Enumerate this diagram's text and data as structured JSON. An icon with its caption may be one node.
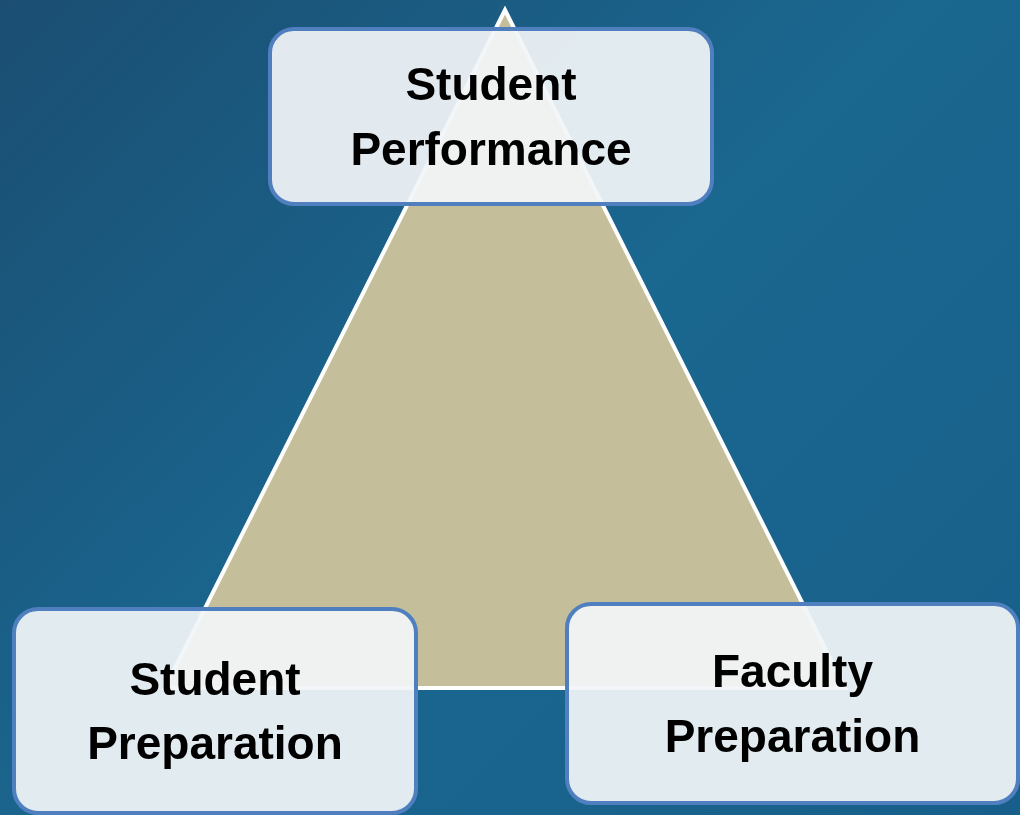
{
  "diagram": {
    "nodes": [
      {
        "text": [
          "Student Performance"
        ]
      },
      {
        "text": [
          "Student Preparation"
        ]
      },
      {
        "text": [
          "Faculty Preparation"
        ]
      }
    ]
  }
}
